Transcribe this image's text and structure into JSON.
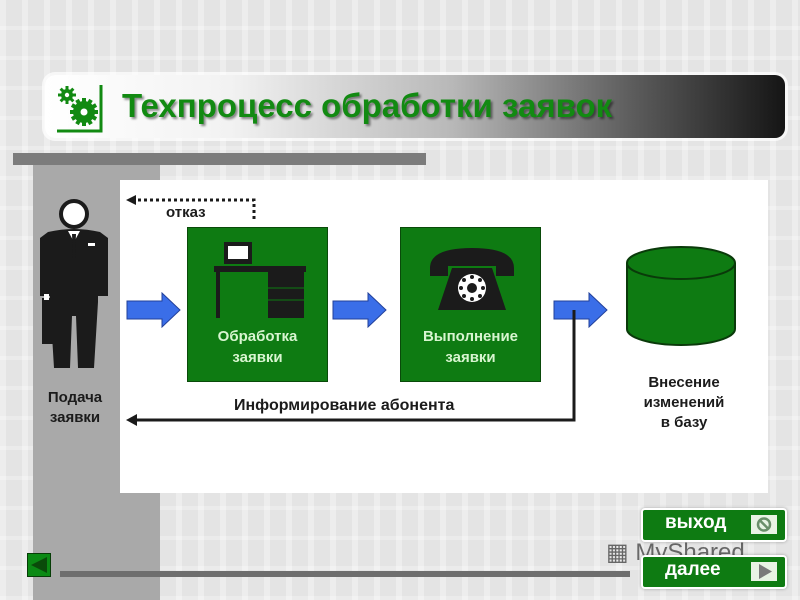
{
  "header": {
    "title": "Техпроцесс обработки заявок",
    "icon": "gears-icon"
  },
  "diagram": {
    "actor": {
      "label_line1": "Подача",
      "label_line2": "заявки",
      "icon": "businessman-icon"
    },
    "reject": {
      "label": "отказ"
    },
    "steps": [
      {
        "line1": "Обработка",
        "line2": "заявки",
        "icon": "computer-desk-icon"
      },
      {
        "line1": "Выполнение",
        "line2": "заявки",
        "icon": "rotary-telephone-icon"
      }
    ],
    "database": {
      "line1": "Внесение",
      "line2": "изменений",
      "line3": "в базу",
      "icon": "database-cylinder-icon"
    },
    "feedback": {
      "label": "Информирование абонента"
    }
  },
  "buttons": {
    "exit": {
      "label": "выход",
      "icon": "no-entry-icon"
    },
    "next": {
      "label": "далее",
      "icon": "play-icon"
    },
    "back": {
      "icon": "back-triangle-icon"
    }
  },
  "watermark": {
    "text": "MyShared"
  },
  "colors": {
    "green": "#0e7b12",
    "title_green": "#128a12",
    "arrow_blue": "#3a6ee8"
  }
}
